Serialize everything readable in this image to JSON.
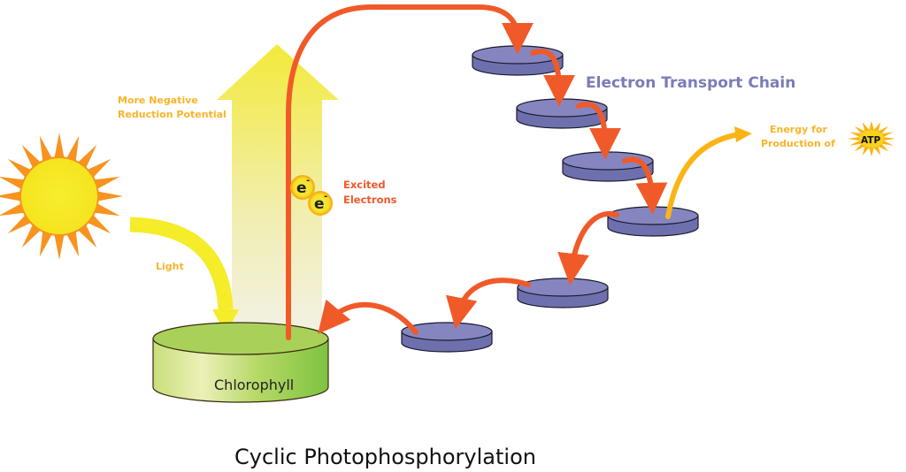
{
  "diagram": {
    "title": "Cyclic Photophosphorylation",
    "labels": {
      "reduction_potential_line1": "More Negative",
      "reduction_potential_line2": "Reduction Potential",
      "light": "Light",
      "excited_line1": "Excited",
      "excited_line2": "Electrons",
      "electron_symbol": "e",
      "electron_charge": "-",
      "chlorophyll": "Chlorophyll",
      "etc": "Electron Transport Chain",
      "energy_line1": "Energy for",
      "energy_line2": "Production of",
      "atp": "ATP"
    },
    "nodes": [
      {
        "id": "chlorophyll",
        "label": "Chlorophyll",
        "kind": "pigment"
      },
      {
        "id": "carrier-1",
        "kind": "electron-carrier"
      },
      {
        "id": "carrier-2",
        "kind": "electron-carrier"
      },
      {
        "id": "carrier-3",
        "kind": "electron-carrier"
      },
      {
        "id": "carrier-4",
        "kind": "electron-carrier"
      },
      {
        "id": "carrier-5",
        "kind": "electron-carrier"
      },
      {
        "id": "carrier-6",
        "kind": "electron-carrier"
      }
    ],
    "edges": [
      {
        "from": "sun",
        "to": "chlorophyll",
        "label": "Light"
      },
      {
        "from": "chlorophyll",
        "to": "carrier-1",
        "label": "Excited Electrons"
      },
      {
        "from": "carrier-1",
        "to": "carrier-2"
      },
      {
        "from": "carrier-2",
        "to": "carrier-3"
      },
      {
        "from": "carrier-3",
        "to": "carrier-4"
      },
      {
        "from": "carrier-4",
        "to": "atp",
        "label": "Energy for Production of ATP"
      },
      {
        "from": "carrier-4",
        "to": "carrier-5"
      },
      {
        "from": "carrier-5",
        "to": "carrier-6"
      },
      {
        "from": "carrier-6",
        "to": "chlorophyll"
      }
    ],
    "colors": {
      "electron_path": "#f05a28",
      "light": "#f5ec2a",
      "energy": "#fbb416",
      "carrier": "#8586c0",
      "chlorophyll": "#a9d15a",
      "etc_text": "#7a7cb8",
      "label_orange": "#f8b42a"
    }
  }
}
